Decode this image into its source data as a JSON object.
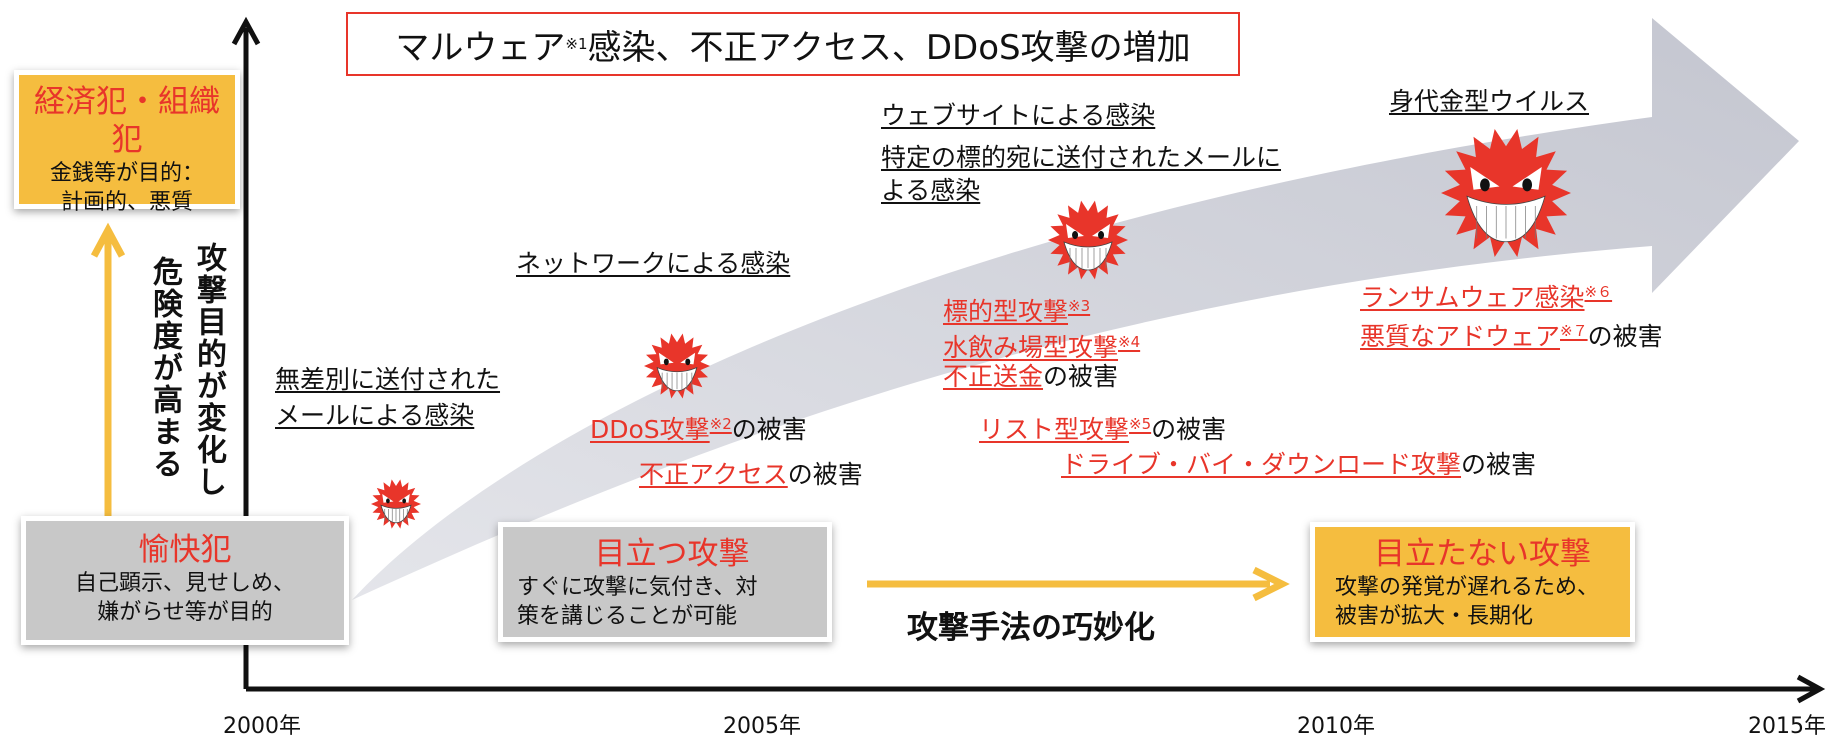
{
  "title": {
    "pre": "マルウェア",
    "sup": "※1",
    "post": "感染、不正アクセス、DDoS攻撃の増加"
  },
  "colors": {
    "accent_red": "#e8352a",
    "yellow": "#f5bd3f",
    "gray_box": "#c8c8c8",
    "arrow_gray": "#c9cad3"
  },
  "y_axis": {
    "top_box": {
      "heading": "経済犯・組織犯",
      "line1": "金銭等が目的：",
      "line2": "計画的、悪質"
    },
    "bottom_box": {
      "heading": "愉快犯",
      "line1": "自己顕示、見せしめ、",
      "line2": "嫌がらせ等が目的"
    },
    "vertical_label_1": "攻撃目的が変化し",
    "vertical_label_2": "危険度が高まる"
  },
  "x_axis": {
    "years": [
      "2000年",
      "2005年",
      "2010年",
      "2015年"
    ],
    "label": "攻撃手法の巧妙化"
  },
  "stage_boxes": [
    {
      "heading": "目立つ攻撃",
      "line1": "すぐに攻撃に気付き、対",
      "line2": "策を講じることが可能"
    },
    {
      "heading": "目立たない攻撃",
      "line1": "攻撃の発覚が遅れるため、",
      "line2": "被害が拡大・長期化"
    }
  ],
  "infections": {
    "mail_1": "無差別に送付された",
    "mail_2": "メールによる感染",
    "network": "ネットワークによる感染",
    "website": "ウェブサイトによる感染",
    "targeted_1": "特定の標的宛に送付されたメールに",
    "targeted_2": "よる感染",
    "ransom": "身代金型ウイルス"
  },
  "damages": {
    "ddos": {
      "term": "DDoS攻撃",
      "note": "※2",
      "suffix": "の被害"
    },
    "unauth": {
      "term": "不正アクセス",
      "suffix": "の被害"
    },
    "targeted": {
      "term": "標的型攻撃",
      "note": "※3"
    },
    "watering": {
      "term": "水飲み場型攻撃",
      "note": "※4"
    },
    "fraud": {
      "term": "不正送金",
      "suffix": "の被害"
    },
    "list": {
      "term": "リスト型攻撃",
      "note": "※5",
      "suffix": "の被害"
    },
    "driveby": {
      "term": "ドライブ・バイ・ダウンロード攻撃",
      "suffix": "の被害"
    },
    "ransomware": {
      "term": "ランサムウェア感染",
      "note": "※６"
    },
    "adware": {
      "term": "悪質なアドウェア",
      "note": "※７",
      "suffix": "の被害"
    }
  }
}
